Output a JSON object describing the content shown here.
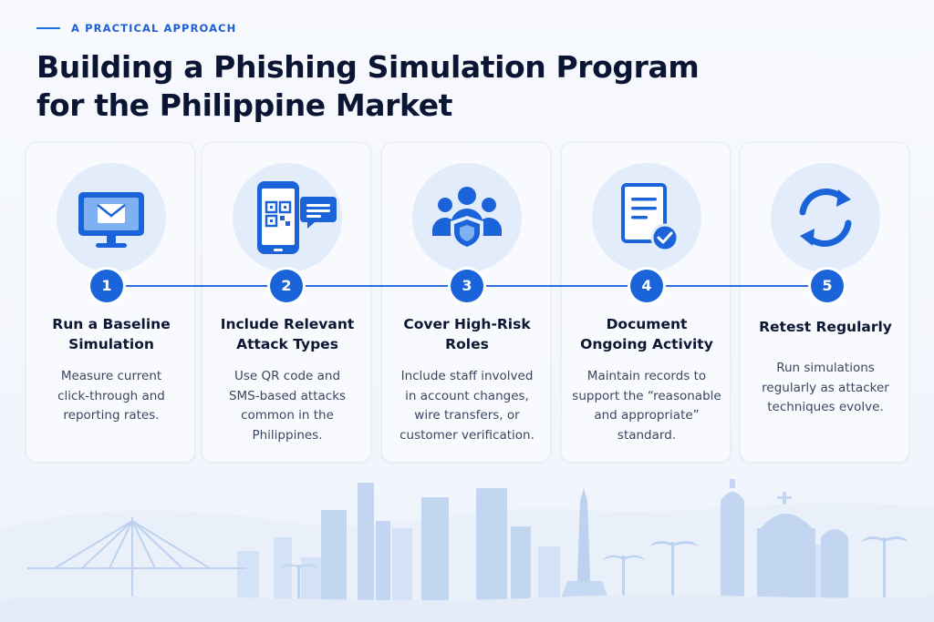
{
  "header": {
    "eyebrow": "A PRACTICAL APPROACH",
    "title_line1": "Building a Phishing Simulation Program",
    "title_line2": "for the Philippine Market"
  },
  "steps": [
    {
      "number": "1",
      "title_lines": [
        "Run a Baseline",
        "Simulation"
      ],
      "icon": "monitor-email-icon",
      "desc_lines": [
        "Measure current",
        "click-through and",
        "reporting rates."
      ]
    },
    {
      "number": "2",
      "title_lines": [
        "Include Relevant",
        "Attack Types"
      ],
      "icon": "phone-qr-sms-icon",
      "desc_lines": [
        "Use QR code and",
        "SMS-based attacks",
        "common in the",
        "Philippines."
      ]
    },
    {
      "number": "3",
      "title_lines": [
        "Cover High-Risk",
        "Roles"
      ],
      "icon": "team-shield-icon",
      "desc_lines": [
        "Include staff involved",
        "in account changes,",
        "wire transfers, or",
        "customer verification."
      ]
    },
    {
      "number": "4",
      "title_lines": [
        "Document",
        "Ongoing Activity"
      ],
      "icon": "document-check-icon",
      "desc_lines": [
        "Maintain records to",
        "support the “reasonable",
        "and appropriate”",
        "standard."
      ]
    },
    {
      "number": "5",
      "title_lines": [
        "Retest Regularly"
      ],
      "icon": "refresh-cycle-icon",
      "desc_lines": [
        "Run simulations",
        "regularly as attacker",
        "techniques evolve."
      ]
    }
  ],
  "colors": {
    "accent": "#1b63d8",
    "icon_circle": "#e3ecfa",
    "title": "#0a1533",
    "body_text": "#3a4660",
    "skyline": "#c9daf3"
  }
}
